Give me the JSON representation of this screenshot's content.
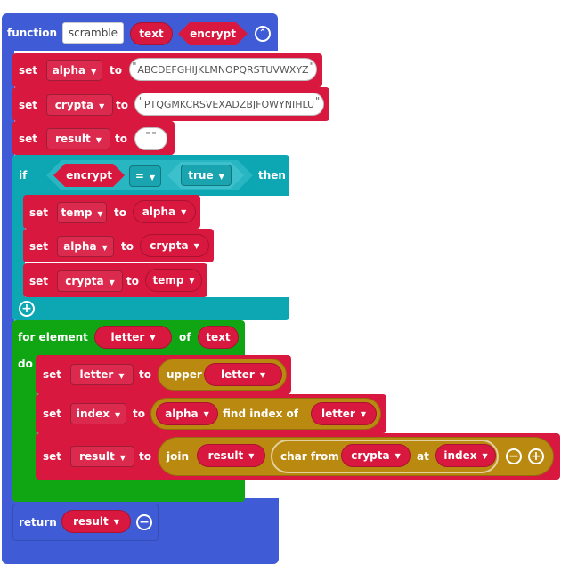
{
  "function_block": {
    "keyword": "function",
    "name": "scramble",
    "params": [
      "text",
      "encrypt"
    ],
    "return_keyword": "return",
    "return_var": "result"
  },
  "statements": {
    "set_keyword": "set",
    "to_keyword": "to",
    "set_alpha": {
      "var": "alpha",
      "value": "ABCDEFGHIJKLMNOPQRSTUVWXYZ"
    },
    "set_crypta": {
      "var": "crypta",
      "value": "PTQGMKCRSVEXADZBJFOWYNIHLU"
    },
    "set_result": {
      "var": "result",
      "value": " "
    }
  },
  "if_block": {
    "keyword": "if",
    "then_keyword": "then",
    "left": "encrypt",
    "operator": "=",
    "right": "true",
    "body": [
      {
        "var": "temp",
        "value": "alpha"
      },
      {
        "var": "alpha",
        "value": "crypta"
      },
      {
        "var": "crypta",
        "value": "temp"
      }
    ]
  },
  "loop_block": {
    "for_keyword": "for element",
    "var": "letter",
    "of_keyword": "of",
    "source": "text",
    "do_keyword": "do",
    "upper": {
      "var": "letter",
      "fn": "upper",
      "arg": "letter"
    },
    "find": {
      "var": "index",
      "obj": "alpha",
      "fn": "find index of",
      "arg": "letter"
    },
    "join": {
      "var": "result",
      "fn": "join",
      "arg1": "result",
      "char_from": "char from",
      "char_src": "crypta",
      "at": "at",
      "char_index": "index"
    }
  },
  "colors": {
    "function": "#3f5cd6",
    "variables": "#d9183f",
    "logic": "#0da6b3",
    "loops": "#10a613",
    "text": "#ba8a10"
  }
}
